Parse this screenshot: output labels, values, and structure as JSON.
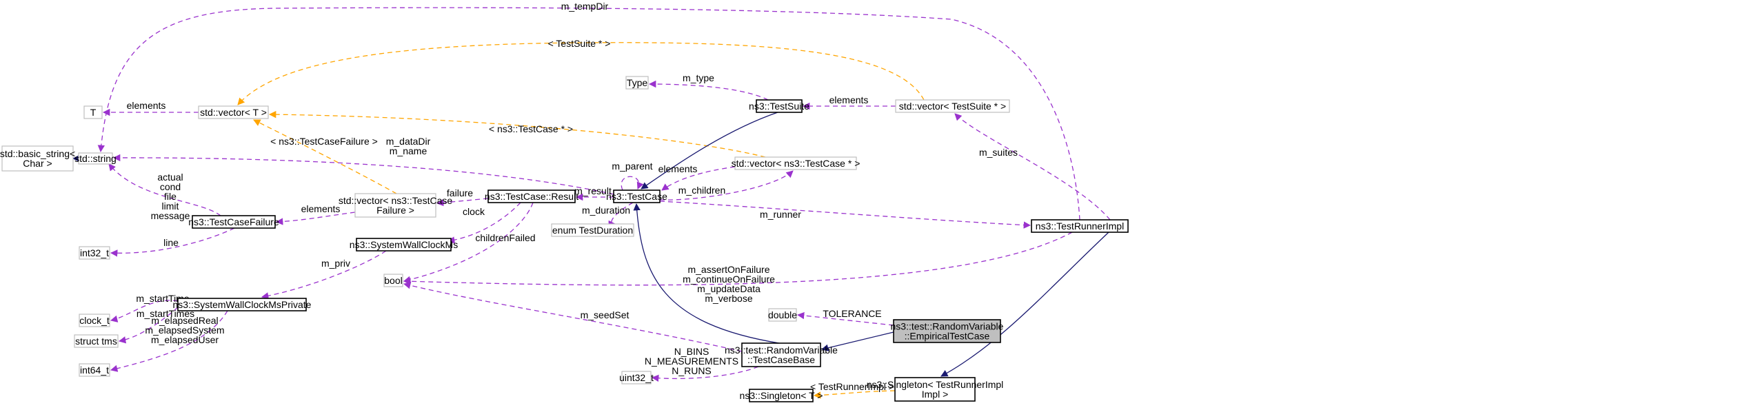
{
  "colors": {
    "member_edge": "#9a32cd",
    "template_edge": "#ffa500",
    "inheritance_edge": "#191970",
    "external_border": "#bfbfbf",
    "documented_border": "#000000",
    "focus_fill": "#bfbfbf"
  },
  "nodes": [
    {
      "id": "std_basic_string",
      "lines": [
        "std::basic_string<",
        "Char >"
      ],
      "kind": "external"
    },
    {
      "id": "std_string",
      "lines": [
        "std::string"
      ],
      "kind": "external"
    },
    {
      "id": "T",
      "lines": [
        "T"
      ],
      "kind": "external"
    },
    {
      "id": "vector_T",
      "lines": [
        "std::vector< T >"
      ],
      "kind": "external"
    },
    {
      "id": "Type",
      "lines": [
        "Type"
      ],
      "kind": "external"
    },
    {
      "id": "TestSuite",
      "lines": [
        "ns3::TestSuite"
      ],
      "kind": "documented"
    },
    {
      "id": "vector_TestSuite",
      "lines": [
        "std::vector< TestSuite * >"
      ],
      "kind": "external"
    },
    {
      "id": "vector_TestCase",
      "lines": [
        "std::vector< ns3::TestCase * >"
      ],
      "kind": "external"
    },
    {
      "id": "TestCase",
      "lines": [
        "ns3::TestCase"
      ],
      "kind": "documented"
    },
    {
      "id": "TestCaseResult",
      "lines": [
        "ns3::TestCase::Result"
      ],
      "kind": "documented"
    },
    {
      "id": "vector_TestCaseFailure",
      "lines": [
        "std::vector< ns3::TestCase",
        "Failure >"
      ],
      "kind": "external"
    },
    {
      "id": "TestCaseFailure",
      "lines": [
        "ns3::TestCaseFailure"
      ],
      "kind": "documented"
    },
    {
      "id": "int32_t",
      "lines": [
        "int32_t"
      ],
      "kind": "external"
    },
    {
      "id": "SystemWallClockMs",
      "lines": [
        "ns3::SystemWallClockMs"
      ],
      "kind": "documented"
    },
    {
      "id": "enum_TestDuration",
      "lines": [
        "enum TestDuration"
      ],
      "kind": "external"
    },
    {
      "id": "TestRunnerImpl",
      "lines": [
        "ns3::TestRunnerImpl"
      ],
      "kind": "documented"
    },
    {
      "id": "bool",
      "lines": [
        "bool"
      ],
      "kind": "external"
    },
    {
      "id": "clock_t",
      "lines": [
        "clock_t"
      ],
      "kind": "external"
    },
    {
      "id": "struct_tms",
      "lines": [
        "struct tms"
      ],
      "kind": "external"
    },
    {
      "id": "SystemWallClockMsPrivate",
      "lines": [
        "ns3::SystemWallClockMsPrivate"
      ],
      "kind": "documented"
    },
    {
      "id": "int64_t",
      "lines": [
        "int64_t"
      ],
      "kind": "external"
    },
    {
      "id": "double",
      "lines": [
        "double"
      ],
      "kind": "external"
    },
    {
      "id": "EmpiricalTestCase",
      "lines": [
        "ns3::test::RandomVariable",
        "::EmpiricalTestCase"
      ],
      "kind": "focus"
    },
    {
      "id": "RV_TestCaseBase",
      "lines": [
        "ns3::test::RandomVariable",
        "::TestCaseBase"
      ],
      "kind": "documented"
    },
    {
      "id": "uint32_t",
      "lines": [
        "uint32_t"
      ],
      "kind": "external"
    },
    {
      "id": "Singleton_T",
      "lines": [
        "ns3::Singleton< T >"
      ],
      "kind": "documented"
    },
    {
      "id": "Singleton_TestRunnerImpl",
      "lines": [
        "ns3::Singleton< TestRunnerImpl",
        "Impl >"
      ],
      "kind": "documented"
    }
  ],
  "edges": [
    {
      "id": "e_inherit_basic_string",
      "from": "std_string",
      "to": "std_basic_string",
      "style": "inheritance",
      "label": []
    },
    {
      "id": "e_tempDir",
      "from": "TestRunnerImpl",
      "to": "std_string",
      "style": "member",
      "label": [
        "m_tempDir"
      ]
    },
    {
      "id": "e_tpl_TestSuite",
      "from": "vector_TestSuite",
      "to": "vector_T",
      "style": "template",
      "label": [
        "< TestSuite * >"
      ]
    },
    {
      "id": "e_elements_T",
      "from": "vector_T",
      "to": "T",
      "style": "member",
      "label": [
        "elements"
      ]
    },
    {
      "id": "e_type",
      "from": "TestSuite",
      "to": "Type",
      "style": "member",
      "label": [
        "m_type"
      ]
    },
    {
      "id": "e_elements_TestSuite",
      "from": "vector_TestSuite",
      "to": "TestSuite",
      "style": "member",
      "label": [
        "elements"
      ]
    },
    {
      "id": "e_tpl_TestCase",
      "from": "vector_TestCase",
      "to": "vector_T",
      "style": "template",
      "label": [
        "< ns3::TestCase * >"
      ]
    },
    {
      "id": "e_suites",
      "from": "TestRunnerImpl",
      "to": "vector_TestSuite",
      "style": "member",
      "label": [
        "m_suites"
      ]
    },
    {
      "id": "e_dataDir",
      "from": "TestCase",
      "to": "std_string",
      "style": "member",
      "label": [
        "m_dataDir",
        "m_name"
      ]
    },
    {
      "id": "e_tpl_TestCaseFailure",
      "from": "vector_TestCaseFailure",
      "to": "vector_T",
      "style": "template",
      "label": [
        "< ns3::TestCaseFailure >"
      ]
    },
    {
      "id": "e_inherit_TestSuite",
      "from": "TestSuite",
      "to": "TestCase",
      "style": "inheritance",
      "label": []
    },
    {
      "id": "e_parent",
      "from": "TestCase",
      "to": "TestCase",
      "style": "member",
      "label": [
        "m_parent"
      ]
    },
    {
      "id": "e_elements_TestCase",
      "from": "vector_TestCase",
      "to": "TestCase",
      "style": "member",
      "label": [
        "elements"
      ]
    },
    {
      "id": "e_children",
      "from": "TestCase",
      "to": "vector_TestCase",
      "style": "member",
      "label": [
        "m_children"
      ]
    },
    {
      "id": "e_failure_fields",
      "from": "TestCaseFailure",
      "to": "std_string",
      "style": "member",
      "label": [
        "actual",
        "cond",
        "file",
        "limit",
        "message"
      ]
    },
    {
      "id": "e_result",
      "from": "TestCase",
      "to": "TestCaseResult",
      "style": "member",
      "label": [
        "m_result"
      ]
    },
    {
      "id": "e_failure",
      "from": "TestCaseResult",
      "to": "vector_TestCaseFailure",
      "style": "member",
      "label": [
        "failure"
      ]
    },
    {
      "id": "e_elements_failure",
      "from": "vector_TestCaseFailure",
      "to": "TestCaseFailure",
      "style": "member",
      "label": [
        "elements"
      ]
    },
    {
      "id": "e_duration",
      "from": "TestCase",
      "to": "enum_TestDuration",
      "style": "member",
      "label": [
        "m_duration"
      ]
    },
    {
      "id": "e_runner",
      "from": "TestCase",
      "to": "TestRunnerImpl",
      "style": "member",
      "label": [
        "m_runner"
      ]
    },
    {
      "id": "e_clock",
      "from": "TestCaseResult",
      "to": "SystemWallClockMs",
      "style": "member",
      "label": [
        "clock"
      ]
    },
    {
      "id": "e_line",
      "from": "TestCaseFailure",
      "to": "int32_t",
      "style": "member",
      "label": [
        "line"
      ]
    },
    {
      "id": "e_childrenFailed",
      "from": "TestCaseResult",
      "to": "bool",
      "style": "member",
      "label": [
        "childrenFailed"
      ]
    },
    {
      "id": "e_priv",
      "from": "SystemWallClockMs",
      "to": "SystemWallClockMsPrivate",
      "style": "member",
      "label": [
        "m_priv"
      ]
    },
    {
      "id": "e_runner_flags",
      "from": "TestRunnerImpl",
      "to": "bool",
      "style": "member",
      "label": [
        "m_assertOnFailure",
        "m_continueOnFailure",
        "m_updateData",
        "m_verbose"
      ]
    },
    {
      "id": "e_startTime",
      "from": "SystemWallClockMsPrivate",
      "to": "clock_t",
      "style": "member",
      "label": [
        "m_startTime"
      ]
    },
    {
      "id": "e_startTimes",
      "from": "SystemWallClockMsPrivate",
      "to": "struct_tms",
      "style": "member",
      "label": [
        "m_startTimes"
      ]
    },
    {
      "id": "e_elapsed",
      "from": "SystemWallClockMsPrivate",
      "to": "int64_t",
      "style": "member",
      "label": [
        "m_elapsedReal",
        "m_elapsedSystem",
        "m_elapsedUser"
      ]
    },
    {
      "id": "e_seedSet",
      "from": "RV_TestCaseBase",
      "to": "bool",
      "style": "member",
      "label": [
        "m_seedSet"
      ]
    },
    {
      "id": "e_inherit_TestCase",
      "from": "RV_TestCaseBase",
      "to": "TestCase",
      "style": "inheritance",
      "label": []
    },
    {
      "id": "e_tolerance",
      "from": "EmpiricalTestCase",
      "to": "double",
      "style": "member",
      "label": [
        "TOLERANCE"
      ]
    },
    {
      "id": "e_inherit_Base",
      "from": "EmpiricalTestCase",
      "to": "RV_TestCaseBase",
      "style": "inheritance",
      "label": []
    },
    {
      "id": "e_inherit_Singleton",
      "from": "TestRunnerImpl",
      "to": "Singleton_TestRunnerImpl",
      "style": "inheritance",
      "label": []
    },
    {
      "id": "e_bins",
      "from": "RV_TestCaseBase",
      "to": "uint32_t",
      "style": "member",
      "label": [
        "N_BINS",
        "N_MEASUREMENTS",
        "N_RUNS"
      ]
    },
    {
      "id": "e_tpl_Singleton",
      "from": "Singleton_TestRunnerImpl",
      "to": "Singleton_T",
      "style": "template",
      "label": [
        "< TestRunnerImpl >"
      ]
    }
  ]
}
